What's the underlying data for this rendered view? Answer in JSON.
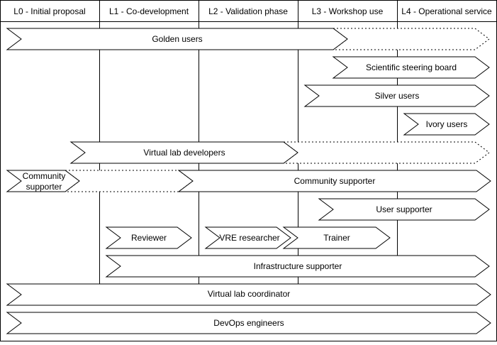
{
  "phases": [
    {
      "id": "l0",
      "label": "L0 - Initial proposal"
    },
    {
      "id": "l1",
      "label": "L1 - Co-development"
    },
    {
      "id": "l2",
      "label": "L2 - Validation phase"
    },
    {
      "id": "l3",
      "label": "L3 - Workshop use"
    },
    {
      "id": "l4",
      "label": "L4 - Operational service"
    }
  ],
  "roles": [
    {
      "id": "golden-users",
      "label": "Golden users"
    },
    {
      "id": "scientific-steering-board",
      "label": "Scientific steering board"
    },
    {
      "id": "silver-users",
      "label": "Silver users"
    },
    {
      "id": "ivory-users",
      "label": "Ivory users"
    },
    {
      "id": "virtual-lab-developers",
      "label": "Virtual lab developers"
    },
    {
      "id": "community-supporter-early",
      "label_lines": [
        "Community",
        "supporter"
      ]
    },
    {
      "id": "community-supporter",
      "label": "Community supporter"
    },
    {
      "id": "user-supporter",
      "label": "User supporter"
    },
    {
      "id": "reviewer",
      "label": "Reviewer"
    },
    {
      "id": "vre-researcher",
      "label": "VRE researcher"
    },
    {
      "id": "trainer",
      "label": "Trainer"
    },
    {
      "id": "infrastructure-supporter",
      "label": "Infrastructure supporter"
    },
    {
      "id": "virtual-lab-coordinator",
      "label": "Virtual lab coordinator"
    },
    {
      "id": "devops-engineers",
      "label": "DevOps engineers"
    }
  ]
}
